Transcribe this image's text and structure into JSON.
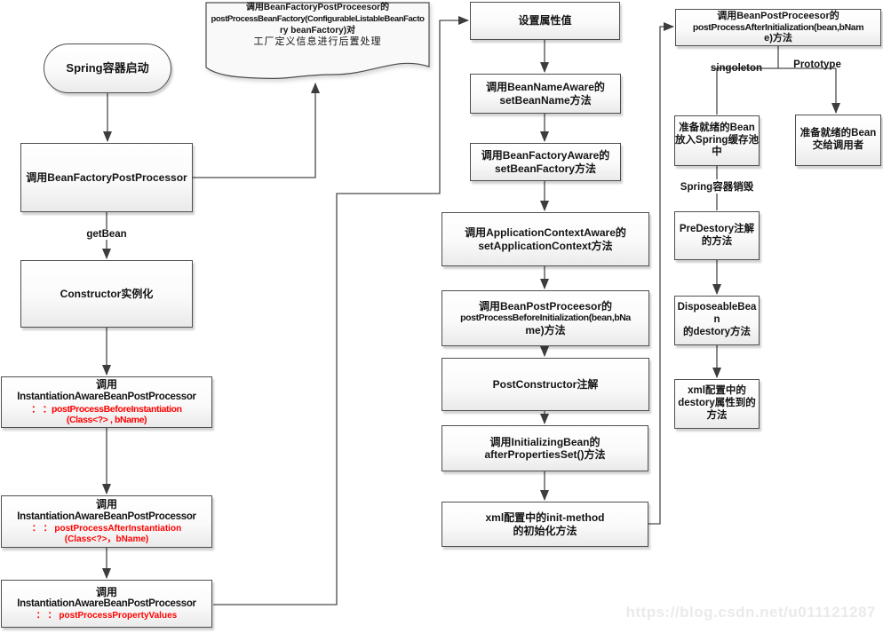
{
  "watermark": {
    "text": "https://blog.csdn.net/u011121287"
  },
  "colors": {
    "highlight_red": "#ff0000",
    "connector_line": "#4a4a4a",
    "box_border": "#4e4e4e",
    "watermark_gray": "#eaeaea"
  },
  "labels": {
    "get_bean": "getBean",
    "singleton": "singoleton",
    "prototype": "Prototype",
    "container_destroy": "Spring容器销毁"
  },
  "nodes": {
    "start": [
      "Spring容器启动"
    ],
    "doc": [
      "调用BeanFactoryPostProceesor的",
      "postProcessBeanFactory(ConfigurableListableBeanFacto",
      "ry beanFactory)对",
      "工厂定义信息进行后置处理"
    ],
    "bfpp": [
      "调用BeanFactoryPostProcessor"
    ],
    "constructor_box": [
      "Constructor实例化"
    ],
    "iabpp_before": [
      "调用",
      "InstantiationAwareBeanPostProcessor",
      "： ：postProcessBeforeInstantiation",
      "(Class<?> , bName)"
    ],
    "iabpp_after": [
      "调用",
      "InstantiationAwareBeanPostProcessor",
      "： ： postProcessAfterInstantiation",
      "(Class<?>，bName)"
    ],
    "iabpp_props": [
      "调用",
      "InstantiationAwareBeanPostProcessor",
      "： ： postProcessPropertyValues"
    ],
    "set_props": [
      "设置属性值"
    ],
    "bean_name_aware": [
      "调用BeanNameAware的",
      "setBeanName方法"
    ],
    "bean_factory_aware": [
      "调用BeanFactoryAware的",
      "setBeanFactory方法"
    ],
    "app_context_aware": [
      "调用ApplicationContextAware的",
      "setApplicationContext方法"
    ],
    "bpp_before": [
      "调用BeanPostProceesor的",
      "postProcessBeforeInitialization(bean,bNa",
      "me)方法"
    ],
    "post_constructor": [
      "PostConstructor注解"
    ],
    "initializing_bean": [
      "调用InitializingBean的",
      "afterPropertiesSet()方法"
    ],
    "xml_init": [
      "xml配置中的init-method",
      "的初始化方法"
    ],
    "bpp_after": [
      "调用BeanPostProceesor的",
      "postProcessAfterInitialization(bean,bNam",
      "e)方法"
    ],
    "bean_cached": [
      "准备就绪的Bean",
      "放入Spring缓存池",
      "中"
    ],
    "bean_to_caller": [
      "准备就绪的Bean",
      "交给调用者"
    ],
    "pre_destroy": [
      "PreDestory注解",
      "的方法"
    ],
    "disposable_bean": [
      "DisposeableBea",
      "n",
      "的destory方法"
    ],
    "xml_destroy": [
      "xml配置中的",
      "destory属性到的",
      "方法"
    ]
  }
}
